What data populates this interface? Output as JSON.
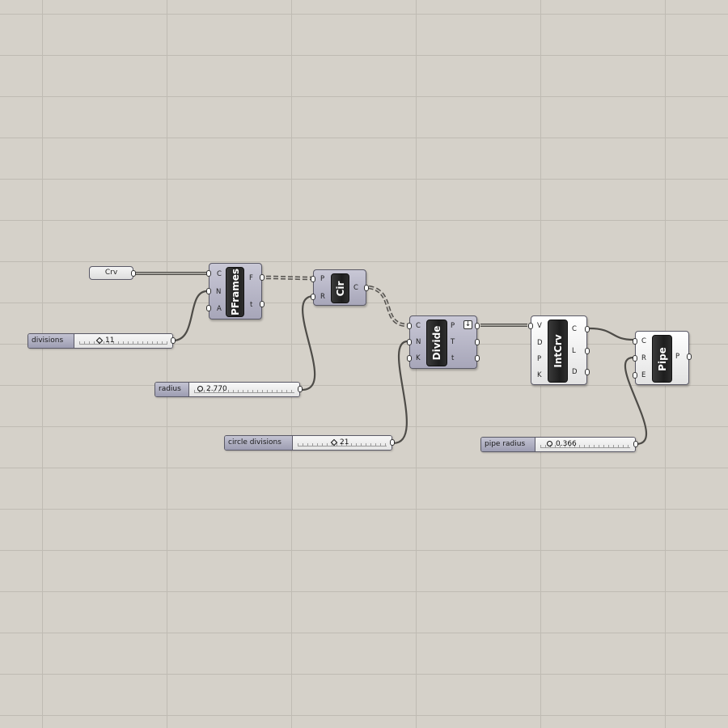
{
  "components": {
    "crv": {
      "label": "Crv"
    },
    "pframes": {
      "name": "PFrames",
      "inputs": [
        "C",
        "N",
        "A"
      ],
      "outputs": [
        "F",
        "t"
      ]
    },
    "cir": {
      "name": "Cir",
      "inputs": [
        "P",
        "R"
      ],
      "outputs": [
        "C"
      ]
    },
    "divide": {
      "name": "Divide",
      "inputs": [
        "C",
        "N",
        "K"
      ],
      "outputs": [
        "P",
        "T",
        "t"
      ],
      "flag_icon": "arrow-down-icon",
      "flag_glyph": "↓"
    },
    "intcrv": {
      "name": "IntCrv",
      "inputs": [
        "V",
        "D",
        "P",
        "K"
      ],
      "outputs": [
        "C",
        "L",
        "D"
      ]
    },
    "pipe": {
      "name": "Pipe",
      "inputs": [
        "C",
        "R",
        "E"
      ],
      "outputs": [
        "P"
      ]
    }
  },
  "sliders": {
    "divisions": {
      "label": "divisions",
      "value": "11",
      "value_num": 11
    },
    "radius": {
      "label": "radius",
      "value": "2.770",
      "value_num": 2.77
    },
    "circle_divisions": {
      "label": "circle divisions",
      "value": "21",
      "value_num": 21
    },
    "pipe_radius": {
      "label": "pipe radius",
      "value": "0.366",
      "value_num": 0.366
    }
  }
}
